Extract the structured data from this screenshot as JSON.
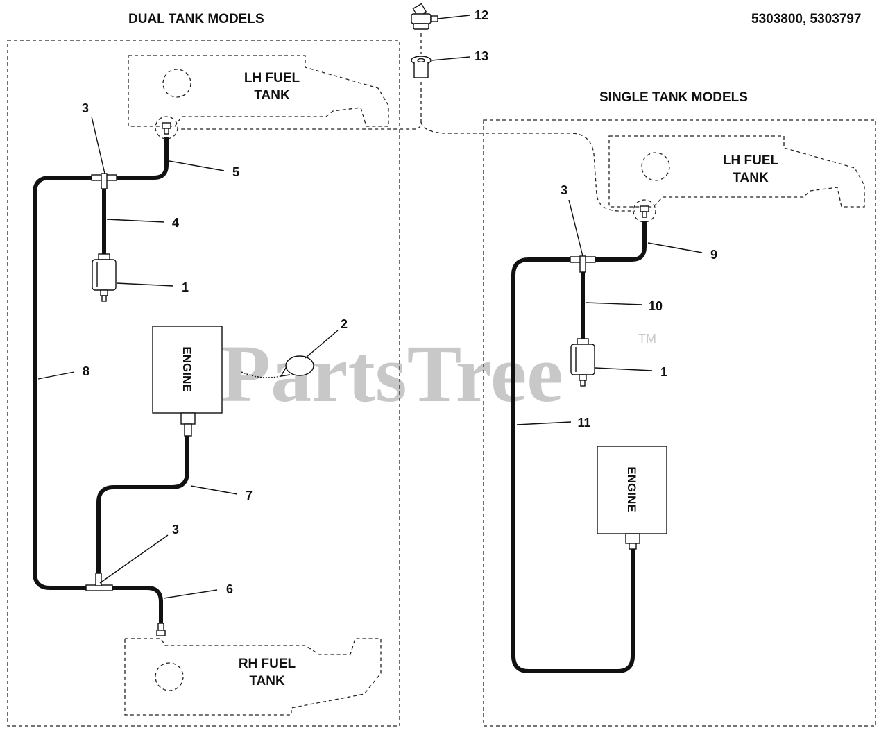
{
  "header": {
    "left_title": "DUAL TANK MODELS",
    "right_title": "SINGLE TANK MODELS",
    "model_numbers": "5303800, 5303797"
  },
  "dual_tank": {
    "lh_tank_line1": "LH FUEL",
    "lh_tank_line2": "TANK",
    "rh_tank_line1": "RH FUEL",
    "rh_tank_line2": "TANK",
    "engine": "ENGINE"
  },
  "single_tank": {
    "lh_tank_line1": "LH FUEL",
    "lh_tank_line2": "TANK",
    "engine": "ENGINE"
  },
  "callouts": {
    "d_3_top": "3",
    "d_5": "5",
    "d_4": "4",
    "d_1": "1",
    "d_2": "2",
    "d_8": "8",
    "d_7": "7",
    "d_3_bottom": "3",
    "d_6": "6",
    "c_12": "12",
    "c_13": "13",
    "s_3": "3",
    "s_9": "9",
    "s_10": "10",
    "s_1": "1",
    "s_11": "11"
  },
  "watermark": {
    "text": "PartsTree",
    "trademark": "TM"
  }
}
